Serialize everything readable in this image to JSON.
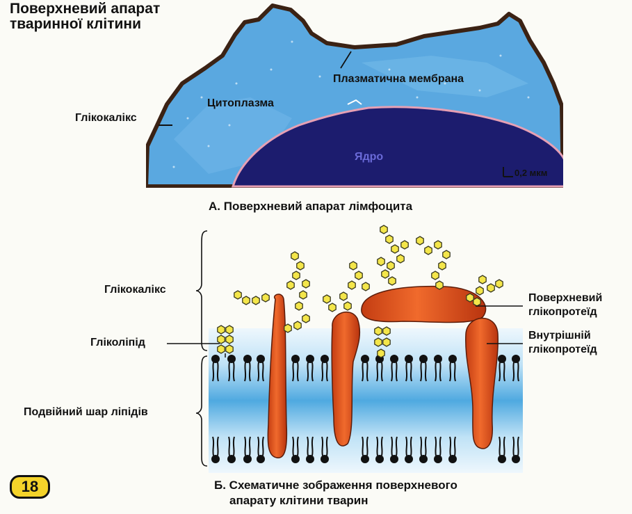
{
  "title": "Поверхневий апарат тваринної клітини",
  "panel_a": {
    "caption": "А. Поверхневий апарат лімфоцита",
    "labels": {
      "glycocalyx": "Глікокалікс",
      "cytoplasm": "Цитоплазма",
      "plasma_membrane": "Плазматична мембрана",
      "nucleus": "Ядро",
      "scale": "0,2 мкм"
    }
  },
  "panel_b": {
    "caption_line1": "Б. Схематичне зображення поверхневого",
    "caption_line2": "апарату клітини тварин",
    "labels": {
      "glycocalyx": "Глікокалікс",
      "glycolipid": "Гліколіпід",
      "lipid_bilayer": "Подвійний шар ліпідів",
      "surface_glycoprotein_1": "Поверхневий",
      "surface_glycoprotein_2": "глікопротеїд",
      "inner_glycoprotein_1": "Внутрішній",
      "inner_glycoprotein_2": "глікопротеїд"
    }
  },
  "page_number": "18",
  "colors": {
    "cytoplasm": "#5aa8e0",
    "nucleus": "#1c1c6e",
    "membrane_edge": "#4a2a1a",
    "protein": "#e0531f",
    "sugar": "#f4e64a",
    "bilayer": "#5db4e6",
    "badge": "#f4d32a"
  }
}
